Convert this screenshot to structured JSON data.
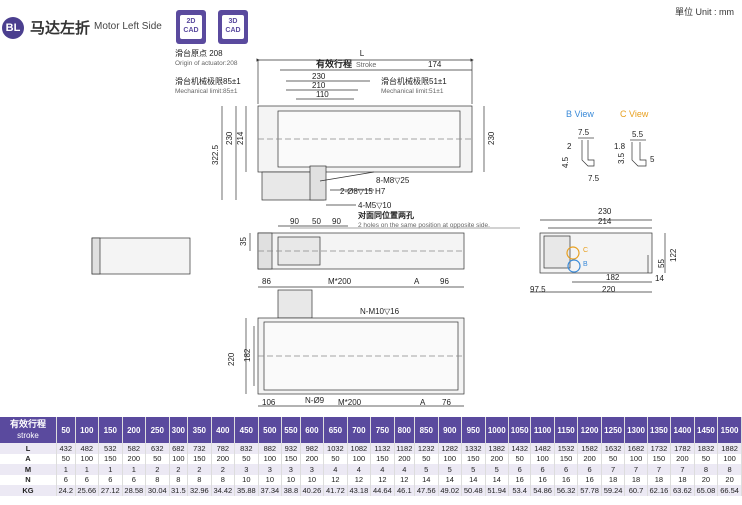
{
  "header": {
    "badge": "BL",
    "title_zh": "马达左折",
    "title_en": "Motor Left Side",
    "cad_2d": [
      "2D",
      "CAD"
    ],
    "cad_3d": [
      "3D",
      "CAD"
    ],
    "unit": "單位 Unit : mm"
  },
  "drawing": {
    "top": {
      "L": "L",
      "stroke_label_zh": "有效行程",
      "stroke_label_en": "Stroke",
      "d174": "174",
      "origin_zh": "滑台原点 208",
      "origin_en": "Origin of actuator:208",
      "d230": "230",
      "d210": "210",
      "d110": "110",
      "mech_left_zh": "滑台机械极限85±1",
      "mech_left_en": "Mechanical limit:85±1",
      "mech_right_zh": "滑台机械极限51±1",
      "mech_right_en": "Mechanical limit:51±1",
      "d322": "322.5",
      "d230v": "230",
      "d214v": "214",
      "d230r": "230",
      "note1": "8-M8▽25",
      "note2": "2-Ø8▽15 H7",
      "note3": "4-M5▽10",
      "note4_zh": "对面同位置两孔",
      "note4_en": "2 holes on the same position at opposite side."
    },
    "side": {
      "d90a": "90",
      "d50": "50",
      "d90b": "90",
      "d35": "35"
    },
    "views": {
      "b_view": "B View",
      "c_view": "C View",
      "d75a": "7.5",
      "d55a": "5.5",
      "d2": "2",
      "d45": "4.5",
      "d75b": "7.5",
      "d18": "1.8",
      "d35": "3.5",
      "d5": "5"
    },
    "end": {
      "d230": "230",
      "d214": "214",
      "d122": "122",
      "d55": "55",
      "d14": "14",
      "d182": "182",
      "d975": "97.5",
      "d220": "220",
      "mark_c": "C",
      "mark_b": "B"
    },
    "bottom": {
      "d86": "86",
      "m200": "M*200",
      "A": "A",
      "d96": "96",
      "nm10": "N-M10▽16",
      "d220": "220",
      "d182": "182",
      "d106": "106",
      "n9": "N-Ø9",
      "m200b": "M*200",
      "Ab": "A",
      "d76": "76"
    }
  },
  "table": {
    "header_zh": "有效行程",
    "header_en": "stroke",
    "strokes": [
      "50",
      "100",
      "150",
      "200",
      "250",
      "300",
      "350",
      "400",
      "450",
      "500",
      "550",
      "600",
      "650",
      "700",
      "750",
      "800",
      "850",
      "900",
      "950",
      "1000",
      "1050",
      "1100",
      "1150",
      "1200",
      "1250",
      "1300",
      "1350",
      "1400",
      "1450",
      "1500"
    ],
    "rows": [
      {
        "label": "L",
        "values": [
          "432",
          "482",
          "532",
          "582",
          "632",
          "682",
          "732",
          "782",
          "832",
          "882",
          "932",
          "982",
          "1032",
          "1082",
          "1132",
          "1182",
          "1232",
          "1282",
          "1332",
          "1382",
          "1432",
          "1482",
          "1532",
          "1582",
          "1632",
          "1682",
          "1732",
          "1782",
          "1832",
          "1882"
        ]
      },
      {
        "label": "A",
        "values": [
          "50",
          "100",
          "150",
          "200",
          "50",
          "100",
          "150",
          "200",
          "50",
          "100",
          "150",
          "200",
          "50",
          "100",
          "150",
          "200",
          "50",
          "100",
          "150",
          "200",
          "50",
          "100",
          "150",
          "200",
          "50",
          "100",
          "150",
          "200",
          "50",
          "100"
        ]
      },
      {
        "label": "M",
        "values": [
          "1",
          "1",
          "1",
          "1",
          "2",
          "2",
          "2",
          "2",
          "3",
          "3",
          "3",
          "3",
          "4",
          "4",
          "4",
          "4",
          "5",
          "5",
          "5",
          "5",
          "6",
          "6",
          "6",
          "6",
          "7",
          "7",
          "7",
          "7",
          "8",
          "8"
        ]
      },
      {
        "label": "N",
        "values": [
          "6",
          "6",
          "6",
          "6",
          "8",
          "8",
          "8",
          "8",
          "10",
          "10",
          "10",
          "10",
          "12",
          "12",
          "12",
          "12",
          "14",
          "14",
          "14",
          "14",
          "16",
          "16",
          "16",
          "16",
          "18",
          "18",
          "18",
          "18",
          "20",
          "20"
        ]
      },
      {
        "label": "KG",
        "values": [
          "24.2",
          "25.66",
          "27.12",
          "28.58",
          "30.04",
          "31.5",
          "32.96",
          "34.42",
          "35.88",
          "37.34",
          "38.8",
          "40.26",
          "41.72",
          "43.18",
          "44.64",
          "46.1",
          "47.56",
          "49.02",
          "50.48",
          "51.94",
          "53.4",
          "54.86",
          "56.32",
          "57.78",
          "59.24",
          "60.7",
          "62.16",
          "63.62",
          "65.08",
          "66.54"
        ]
      }
    ]
  },
  "colors": {
    "brand": "#5a4a9e",
    "b_view": "#3a8ad8",
    "c_view": "#e8a020",
    "row_tint": "#ece9f4"
  }
}
